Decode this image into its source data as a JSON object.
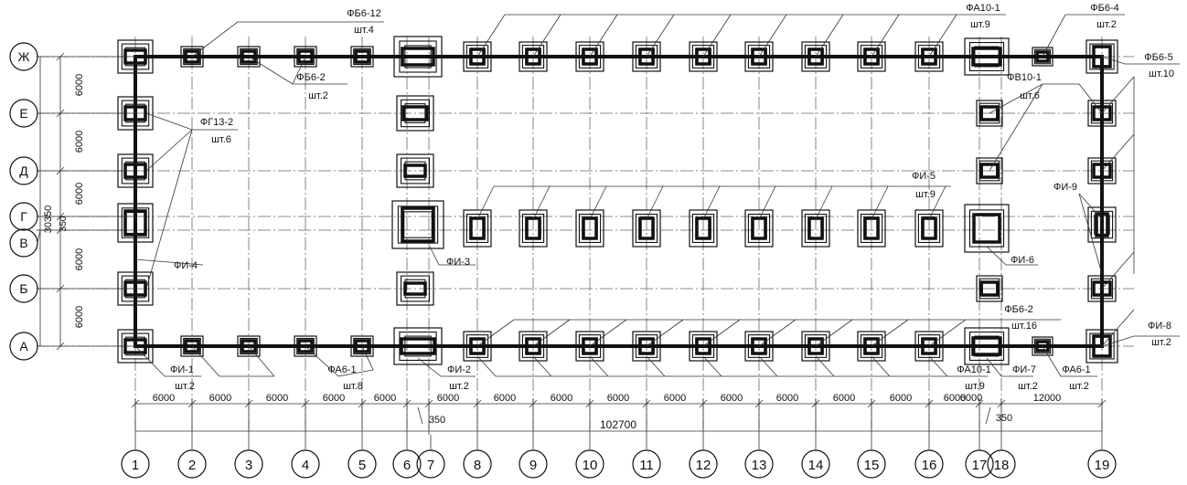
{
  "axes_x": [
    "1",
    "2",
    "3",
    "4",
    "5",
    "6",
    "7",
    "8",
    "9",
    "10",
    "11",
    "12",
    "13",
    "14",
    "15",
    "16",
    "17",
    "18",
    "19"
  ],
  "axes_y": [
    "Ж",
    "Е",
    "Д",
    "Г",
    "В",
    "Б",
    "А"
  ],
  "dims_bottom": [
    "6000",
    "6000",
    "6000",
    "6000",
    "6000",
    "6000",
    "6000",
    "6000",
    "6000",
    "6000",
    "6000",
    "6000",
    "6000",
    "6000",
    "6000",
    "6000",
    "12000"
  ],
  "dim_total_x": "102700",
  "dim_gap_a": "350",
  "dim_gap_b": "350",
  "dims_left": [
    "6000",
    "6000",
    "6000",
    "6000",
    "6000"
  ],
  "dim_total_y": "30350",
  "dim_gap_y": "350",
  "labels": [
    {
      "id": "fb6-12",
      "mark": "ФБ6-12",
      "qty": "шт.4"
    },
    {
      "id": "fb6-2-top",
      "mark": "ФБ6-2",
      "qty": "шт.2"
    },
    {
      "id": "fa10-1-top",
      "mark": "ФА10-1",
      "qty": "шт.9"
    },
    {
      "id": "fb6-4",
      "mark": "ФБ6-4",
      "qty": "шт.2"
    },
    {
      "id": "fb6-5",
      "mark": "ФБ6-5",
      "qty": "шт.10"
    },
    {
      "id": "fv10-1",
      "mark": "ФВ10-1",
      "qty": "шт.6"
    },
    {
      "id": "fg13-2",
      "mark": "ФГ13-2",
      "qty": "шт.6"
    },
    {
      "id": "fi-5",
      "mark": "ФИ-5",
      "qty": "шт.9"
    },
    {
      "id": "fi-9",
      "mark": "ФИ-9",
      "qty": ""
    },
    {
      "id": "fi-4",
      "mark": "ФИ-4",
      "qty": ""
    },
    {
      "id": "fi-3",
      "mark": "ФИ-3",
      "qty": ""
    },
    {
      "id": "fi-6",
      "mark": "ФИ-6",
      "qty": ""
    },
    {
      "id": "fb6-2-bot",
      "mark": "ФБ6-2",
      "qty": "шт.16"
    },
    {
      "id": "fi-8",
      "mark": "ФИ-8",
      "qty": "шт.2"
    },
    {
      "id": "fi-1",
      "mark": "ФИ-1",
      "qty": "шт.2"
    },
    {
      "id": "fa6-1-left",
      "mark": "ФА6-1",
      "qty": "шт.8"
    },
    {
      "id": "fi-2",
      "mark": "ФИ-2",
      "qty": "шт.2"
    },
    {
      "id": "fa10-1-bot",
      "mark": "ФА10-1",
      "qty": "шт.9"
    },
    {
      "id": "fi-7",
      "mark": "ФИ-7",
      "qty": "шт.2"
    },
    {
      "id": "fa6-1-right",
      "mark": "ФА6-1",
      "qty": "шт.2"
    }
  ]
}
